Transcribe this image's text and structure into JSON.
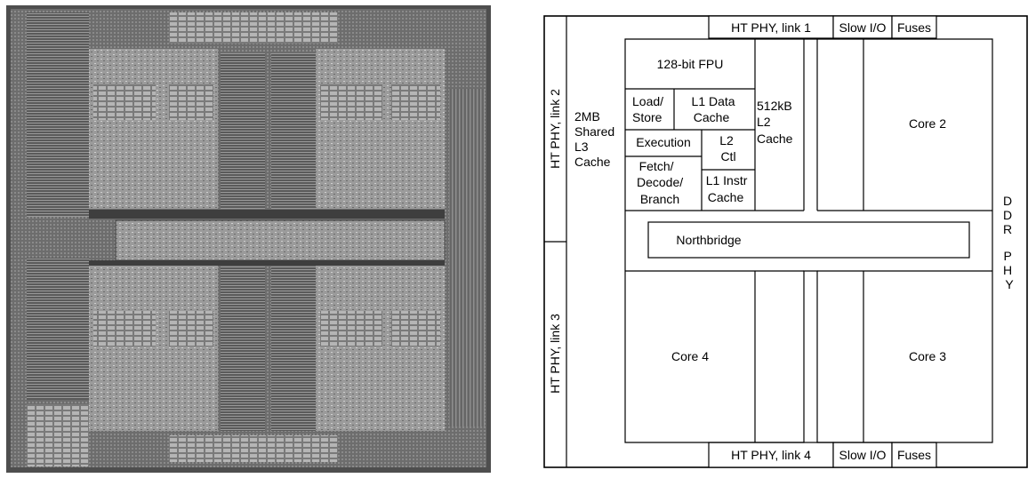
{
  "die_photo": {
    "description_icon": "die-photo-image"
  },
  "floorplan": {
    "ht_phy_link1": "HT PHY, link 1",
    "slow_io_top": "Slow I/O",
    "fuses_top": "Fuses",
    "ht_phy_link2": "HT PHY, link 2",
    "ht_phy_link3": "HT PHY, link 3",
    "ht_phy_link4": "HT PHY, link 4",
    "slow_io_bottom": "Slow I/O",
    "fuses_bottom": "Fuses",
    "l3_cache": [
      "2MB",
      "Shared",
      "L3",
      "Cache"
    ],
    "fpu": "128-bit FPU",
    "load_store": [
      "Load/",
      "Store"
    ],
    "l1_data_cache": [
      "L1 Data",
      "Cache"
    ],
    "l2_cache": [
      "512kB",
      "L2",
      "Cache"
    ],
    "execution": "Execution",
    "l2_ctl": [
      "L2",
      "Ctl"
    ],
    "fetch_decode": [
      "Fetch/",
      "Decode/",
      "Branch"
    ],
    "l1_instr_cache": [
      "L1 Instr",
      "Cache"
    ],
    "northbridge": "Northbridge",
    "core2": "Core 2",
    "core3": "Core 3",
    "core4": "Core 4",
    "ddr_phy": [
      "D",
      "D",
      "R",
      "",
      "P",
      "H",
      "Y"
    ]
  }
}
